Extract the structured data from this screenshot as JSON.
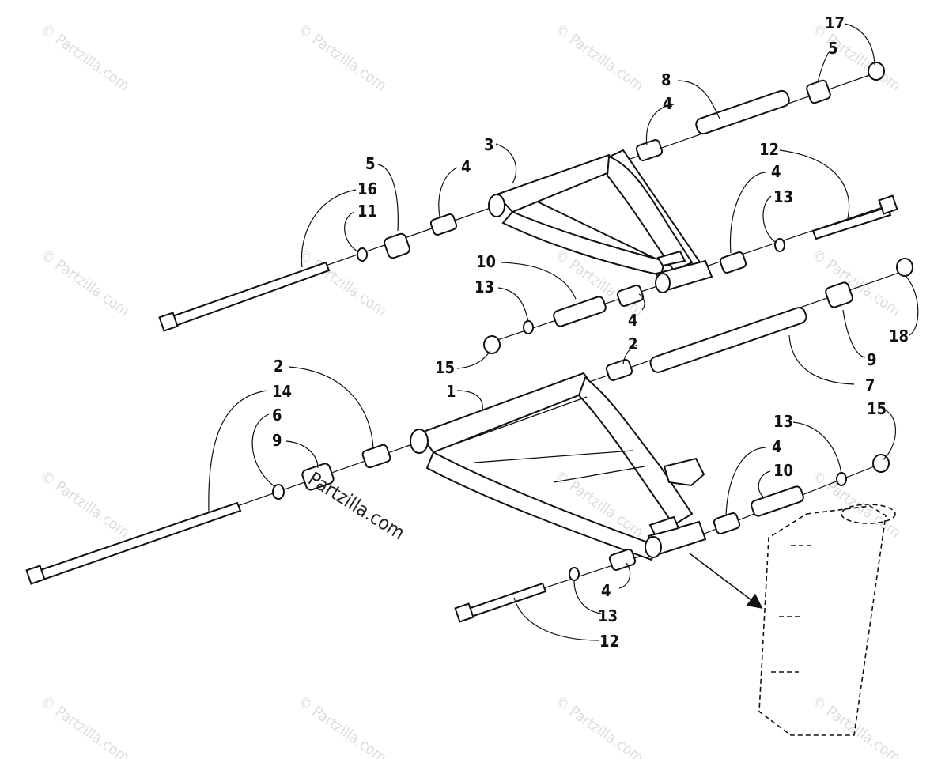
{
  "watermark": {
    "text": "© Partzilla.com"
  },
  "brand": {
    "text": "Partzilla.com"
  },
  "callouts": [
    {
      "id": "c1",
      "label": "17"
    },
    {
      "id": "c2",
      "label": "5"
    },
    {
      "id": "c3",
      "label": "8"
    },
    {
      "id": "c4",
      "label": "4"
    },
    {
      "id": "c5",
      "label": "3"
    },
    {
      "id": "c6",
      "label": "12"
    },
    {
      "id": "c7",
      "label": "5"
    },
    {
      "id": "c8",
      "label": "4"
    },
    {
      "id": "c9",
      "label": "16"
    },
    {
      "id": "c10",
      "label": "11"
    },
    {
      "id": "c11",
      "label": "4"
    },
    {
      "id": "c12",
      "label": "13"
    },
    {
      "id": "c13",
      "label": "10"
    },
    {
      "id": "c14",
      "label": "13"
    },
    {
      "id": "c15",
      "label": "4"
    },
    {
      "id": "c16",
      "label": "15"
    },
    {
      "id": "c17",
      "label": "2"
    },
    {
      "id": "c18",
      "label": "18"
    },
    {
      "id": "c19",
      "label": "9"
    },
    {
      "id": "c20",
      "label": "7"
    },
    {
      "id": "c21",
      "label": "2"
    },
    {
      "id": "c22",
      "label": "1"
    },
    {
      "id": "c23",
      "label": "14"
    },
    {
      "id": "c24",
      "label": "6"
    },
    {
      "id": "c25",
      "label": "9"
    },
    {
      "id": "c26",
      "label": "13"
    },
    {
      "id": "c27",
      "label": "15"
    },
    {
      "id": "c28",
      "label": "4"
    },
    {
      "id": "c29",
      "label": "10"
    },
    {
      "id": "c30",
      "label": "4"
    },
    {
      "id": "c31",
      "label": "13"
    },
    {
      "id": "c32",
      "label": "12"
    }
  ]
}
